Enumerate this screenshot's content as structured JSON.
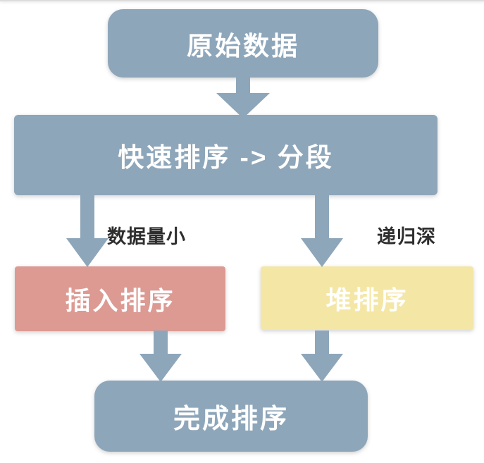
{
  "colors": {
    "node_blue": "#8EA6BA",
    "node_pink": "#DC9A93",
    "node_yellow": "#F4E7A6",
    "arrow": "#8EA6BA",
    "text_on_node": "#FFFFFF",
    "label_text": "#2E2E2E",
    "top_line": "#DCDCDC"
  },
  "flowchart": {
    "nodes": [
      {
        "id": "start",
        "label": "原始数据"
      },
      {
        "id": "quick-sort",
        "label": "快速排序 -> 分段"
      },
      {
        "id": "insertion-sort",
        "label": "插入排序"
      },
      {
        "id": "heap-sort",
        "label": "堆排序"
      },
      {
        "id": "done",
        "label": "完成排序"
      }
    ],
    "edge_labels": [
      {
        "id": "left",
        "text": "数据量小"
      },
      {
        "id": "right",
        "text": "递归深"
      }
    ]
  }
}
